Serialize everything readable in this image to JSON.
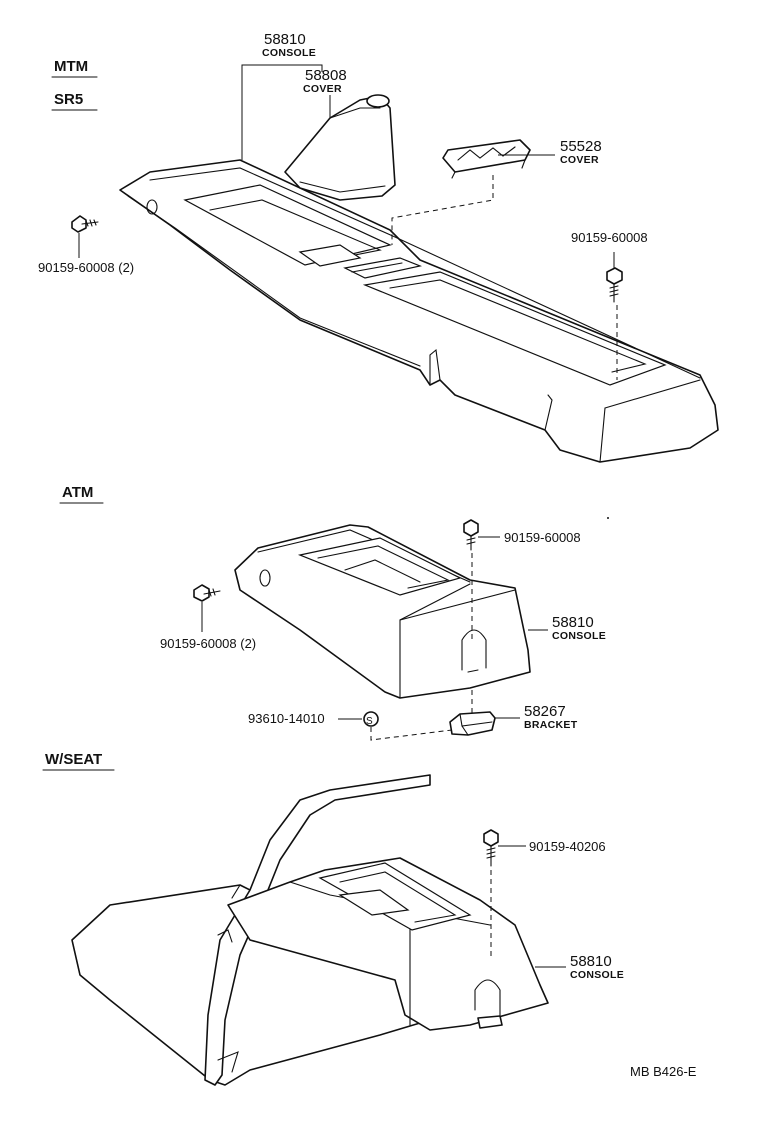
{
  "sections": {
    "mtm": "MTM",
    "sr5": "SR5",
    "atm": "ATM",
    "wseat": "W/SEAT"
  },
  "mtm": {
    "console_num": "58810",
    "console_name": "CONSOLE",
    "cover_num": "58808",
    "cover_name": "COVER",
    "cover2_num": "55528",
    "cover2_name": "COVER",
    "screw_left": "90159-60008 (2)",
    "screw_right": "90159-60008"
  },
  "atm": {
    "screw_top": "90159-60008",
    "screw_left": "90159-60008 (2)",
    "console_num": "58810",
    "console_name": "CONSOLE",
    "clip_num": "93610-14010",
    "clip_symbol": "S",
    "bracket_num": "58267",
    "bracket_name": "BRACKET"
  },
  "wseat": {
    "screw": "90159-40206",
    "console_num": "58810",
    "console_name": "CONSOLE"
  },
  "footer": {
    "ref": "MB  B426-E"
  }
}
